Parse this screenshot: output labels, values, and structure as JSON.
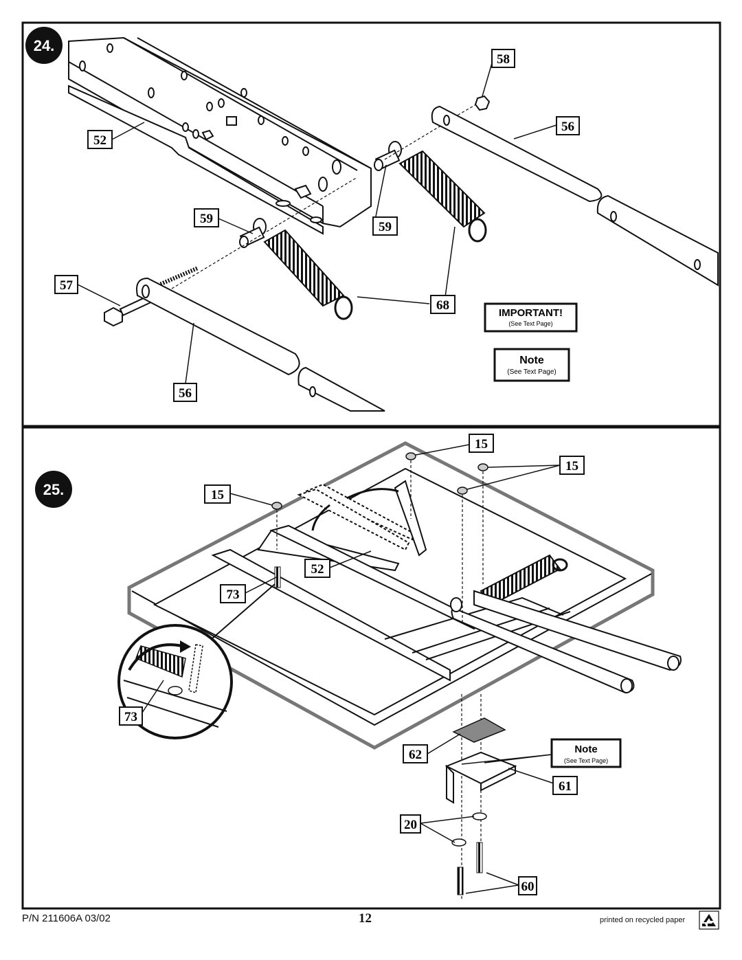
{
  "steps": [
    {
      "number": "24.",
      "callouts": {
        "c58": "58",
        "c56a": "56",
        "c52": "52",
        "c59a": "59",
        "c59b": "59",
        "c57": "57",
        "c68": "68",
        "c56b": "56"
      },
      "important_box": {
        "title": "IMPORTANT!",
        "subtitle": "(See Text Page)"
      },
      "note_box": {
        "title": "Note",
        "subtitle": "(See Text Page)"
      }
    },
    {
      "number": "25.",
      "callouts": {
        "c15a": "15",
        "c15b": "15",
        "c15c": "15",
        "c52": "52",
        "c73a": "73",
        "c73b": "73",
        "c62": "62",
        "c61": "61",
        "c20": "20",
        "c60": "60"
      },
      "note_box": {
        "title": "Note",
        "subtitle": "(See Text Page)"
      }
    }
  ],
  "footer": {
    "part_number": "P/N 211606A    03/02",
    "page_number": "12",
    "recycled_text": "printed on recycled paper"
  },
  "icons": [
    "recycle-icon"
  ]
}
